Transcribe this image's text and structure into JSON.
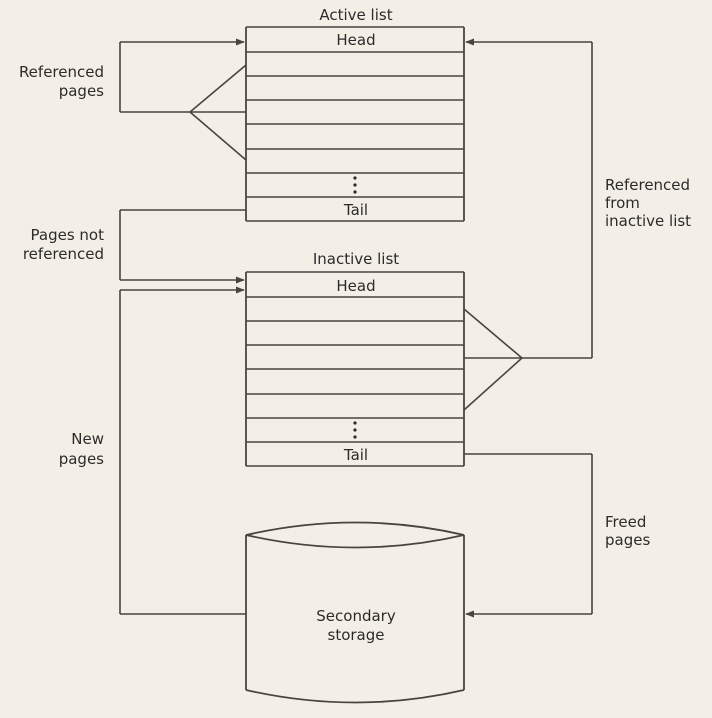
{
  "active_list": {
    "title": "Active list",
    "head": "Head",
    "tail": "Tail"
  },
  "inactive_list": {
    "title": "Inactive list",
    "head": "Head",
    "tail": "Tail"
  },
  "storage": {
    "line1": "Secondary",
    "line2": "storage"
  },
  "arrows": {
    "referenced_pages": [
      "Referenced",
      "pages"
    ],
    "pages_not_referenced": [
      "Pages not",
      "referenced"
    ],
    "new_pages": [
      "New",
      "pages"
    ],
    "referenced_from_inactive": [
      "Referenced",
      "from",
      "inactive list"
    ],
    "freed_pages": [
      "Freed",
      "pages"
    ]
  }
}
